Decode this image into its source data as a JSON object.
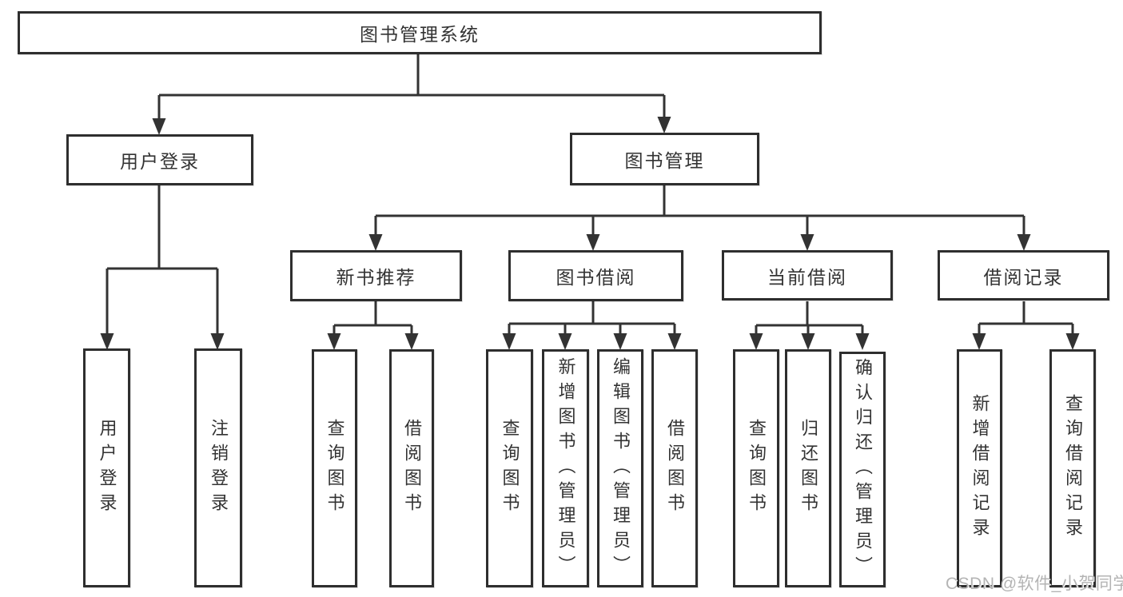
{
  "tree": {
    "label": "图书管理系统",
    "children": [
      {
        "label": "用户登录",
        "children": [
          {
            "label": "用户登录"
          },
          {
            "label": "注销登录"
          }
        ]
      },
      {
        "label": "图书管理",
        "children": [
          {
            "label": "新书推荐",
            "children": [
              {
                "label": "查询图书"
              },
              {
                "label": "借阅图书"
              }
            ]
          },
          {
            "label": "图书借阅",
            "children": [
              {
                "label": "查询图书"
              },
              {
                "label": "新增图书（管理员）"
              },
              {
                "label": "编辑图书（管理员）"
              },
              {
                "label": "借阅图书"
              }
            ]
          },
          {
            "label": "当前借阅",
            "children": [
              {
                "label": "查询图书"
              },
              {
                "label": "归还图书"
              },
              {
                "label": "确认归还（管理员）"
              }
            ]
          },
          {
            "label": "借阅记录",
            "children": [
              {
                "label": "新增借阅记录"
              },
              {
                "label": "查询借阅记录"
              }
            ]
          }
        ]
      }
    ]
  },
  "watermark": {
    "text": "CSDN @软件_小贺同学",
    "color": "#b4b4b4"
  },
  "colors": {
    "line": "#333333",
    "box_border": "#2e2e2e",
    "text": "#333333",
    "background": "#ffffff"
  }
}
